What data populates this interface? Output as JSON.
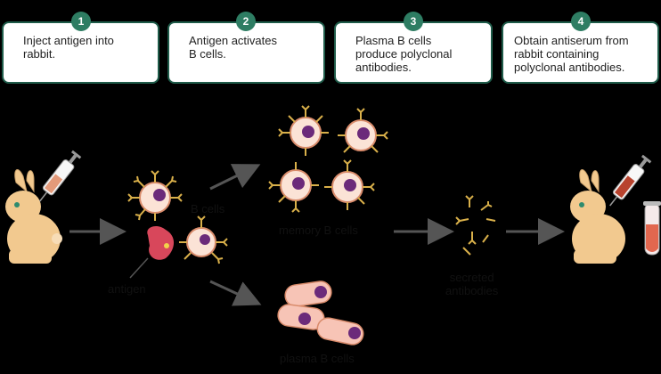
{
  "steps": [
    {
      "num": "1",
      "text": "Inject antigen into\nrabbit."
    },
    {
      "num": "2",
      "text": "Antigen activates\nB cells."
    },
    {
      "num": "3",
      "text": "Plasma B cells\nproduce polyclonal\nantibodies."
    },
    {
      "num": "4",
      "text": "Obtain antiserum from\nrabbit containing\npolyclonal antibodies."
    }
  ],
  "labels": {
    "b_cells": "B cells",
    "antigen": "antigen",
    "memory_b_cells": "memory B cells",
    "plasma_b_cells": "plasma B cells",
    "secreted_antibodies": "secreted\nantibodies"
  },
  "colors": {
    "step_border": "#1f5c4a",
    "badge": "#2e7d63",
    "rabbit": "#f2c98f",
    "cell": "#fbe3d6",
    "nucleus": "#6b2a7a",
    "antigen": "#d8475b",
    "antibody": "#d9b04a"
  }
}
